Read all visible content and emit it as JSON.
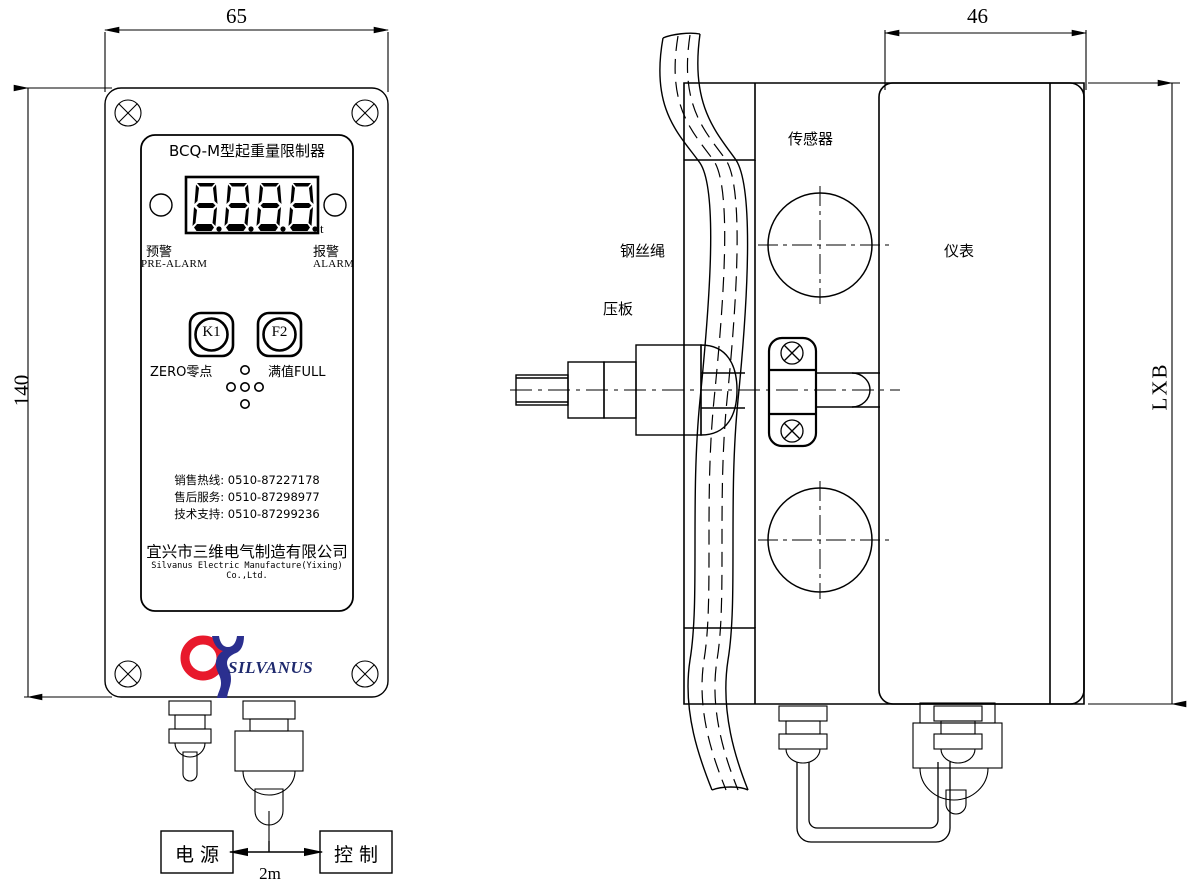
{
  "drawing": {
    "title": "BCQ-M crane load limiter installation drawing",
    "line_color": "#000000",
    "background": "#ffffff"
  },
  "dimensions": {
    "front_width": "65",
    "front_height": "140",
    "side_width": "46",
    "side_height": "LXB",
    "cable_length": "2m"
  },
  "front_panel": {
    "product_title": "BCQ-M型起重量限制器",
    "display_value": "8.8.8.8.",
    "display_unit": "t",
    "indicators": [
      {
        "name": "pre-alarm",
        "cn": "预警",
        "en": "PRE-ALARM"
      },
      {
        "name": "alarm",
        "cn": "报警",
        "en": "ALARM"
      }
    ],
    "buttons": [
      {
        "key": "K1",
        "label": "ZERO零点"
      },
      {
        "key": "F2",
        "label": "满值FULL"
      }
    ],
    "contacts": [
      "销售热线: 0510-87227178",
      "售后服务: 0510-87298977",
      "技术支持: 0510-87299236"
    ],
    "company_cn": "宜兴市三维电气制造有限公司",
    "company_en": "Silvanus Electric Manufacture(Yixing) Co.,Ltd.",
    "logo_text": "SILVANUS",
    "logo_colors": {
      "ring": "#e8192c",
      "figure": "#2b2f8f",
      "text": "#1f2a6e"
    }
  },
  "wiring": {
    "power_box": "电 源",
    "control_box": "控 制",
    "cable_label": "2m"
  },
  "side_view": {
    "labels": [
      {
        "name": "sensor",
        "text": "传感器"
      },
      {
        "name": "wire-rope",
        "text": "钢丝绳"
      },
      {
        "name": "pressure-plate",
        "text": "压板"
      },
      {
        "name": "instrument",
        "text": "仪表"
      }
    ]
  }
}
